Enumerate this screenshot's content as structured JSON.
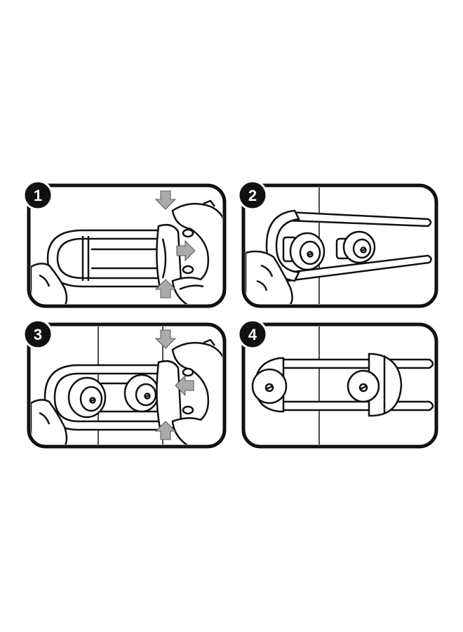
{
  "colors": {
    "background": "#ffffff",
    "outline": "#111111",
    "badge_fill": "#111111",
    "badge_text": "#ffffff",
    "arrow_fill": "#a9a9a9",
    "panel_fill": "#ffffff"
  },
  "steps": [
    {
      "number": "1",
      "icons": [
        "u-lock-icon",
        "hand-squeeze-icon",
        "press-arrow-icon"
      ]
    },
    {
      "number": "2",
      "icons": [
        "u-lock-icon",
        "cabinet-knob-icon",
        "hand-icon"
      ]
    },
    {
      "number": "3",
      "icons": [
        "u-lock-icon",
        "cabinet-knob-icon",
        "hand-squeeze-icon",
        "press-arrow-icon"
      ]
    },
    {
      "number": "4",
      "icons": [
        "u-lock-icon",
        "cabinet-knob-icon"
      ]
    }
  ]
}
